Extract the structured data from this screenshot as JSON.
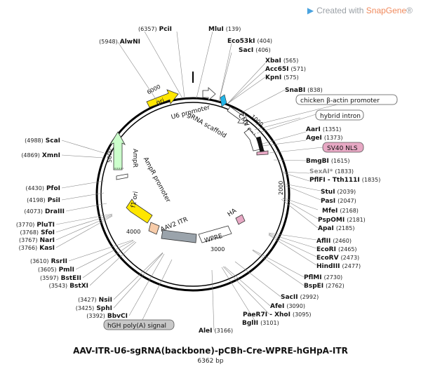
{
  "credit": {
    "prefix": "Created with ",
    "brand": "SnapGene",
    "mark": "®"
  },
  "title": "AAV-ITR-U6-sgRNA(backbone)-pCBh-Cre-WPRE-hGHpA-ITR",
  "size_label": "6362 bp",
  "scale_ticks": [
    "1000",
    "2000",
    "3000",
    "4000",
    "5000",
    "6000"
  ],
  "features": {
    "ori": "ori",
    "u6": "U6 promoter",
    "grna": "gRNA scaffold",
    "cmv": "CMV enhancer",
    "ampr": "AmpR",
    "ampr_promoter": "AmpR promoter",
    "f1": "f1 ori",
    "aav2": "AAV2 ITR",
    "wpre": "WPRE",
    "ha": "HA"
  },
  "boxed_labels": {
    "chicken": "chicken β-actin promoter",
    "hybrid": "hybrid intron",
    "sv40": "SV40 NLS",
    "hgh": "hGH poly(A) signal"
  },
  "right_sites": [
    {
      "name": "MluI",
      "pos": "(139)"
    },
    {
      "name": "Eco53kI",
      "pos": "(404)"
    },
    {
      "name": "SacI",
      "pos": "(406)"
    },
    {
      "name": "XbaI",
      "pos": "(565)"
    },
    {
      "name": "Acc65I",
      "pos": "(571)"
    },
    {
      "name": "KpnI",
      "pos": "(575)"
    },
    {
      "name": "SnaBI",
      "pos": "(838)"
    },
    {
      "name": "AarI",
      "pos": "(1351)"
    },
    {
      "name": "AgeI",
      "pos": "(1373)"
    },
    {
      "name": "BmgBI",
      "pos": "(1615)"
    },
    {
      "name": "SexAI*",
      "pos": "(1833)"
    },
    {
      "name": "PflFI - Tth111I",
      "pos": "(1835)"
    },
    {
      "name": "StuI",
      "pos": "(2039)"
    },
    {
      "name": "PasI",
      "pos": "(2047)"
    },
    {
      "name": "MfeI",
      "pos": "(2168)"
    },
    {
      "name": "PspOMI",
      "pos": "(2181)"
    },
    {
      "name": "ApaI",
      "pos": "(2185)"
    },
    {
      "name": "AflII",
      "pos": "(2460)"
    },
    {
      "name": "EcoRI",
      "pos": "(2465)"
    },
    {
      "name": "EcoRV",
      "pos": "(2473)"
    },
    {
      "name": "HindIII",
      "pos": "(2477)"
    },
    {
      "name": "PflMI",
      "pos": "(2730)"
    },
    {
      "name": "BspEI",
      "pos": "(2762)"
    },
    {
      "name": "SacII",
      "pos": "(2992)"
    },
    {
      "name": "AfeI",
      "pos": "(3090)"
    },
    {
      "name": "PaeR7I - XhoI",
      "pos": "(3095)"
    },
    {
      "name": "BglII",
      "pos": "(3101)"
    },
    {
      "name": "AleI",
      "pos": "(3166)"
    }
  ],
  "left_sites": [
    {
      "name": "PciI",
      "pos": "(6357)"
    },
    {
      "name": "AlwNI",
      "pos": "(5948)"
    },
    {
      "name": "ScaI",
      "pos": "(4988)"
    },
    {
      "name": "XmnI",
      "pos": "(4869)"
    },
    {
      "name": "PfoI",
      "pos": "(4430)"
    },
    {
      "name": "PsiI",
      "pos": "(4198)"
    },
    {
      "name": "DraIII",
      "pos": "(4073)"
    },
    {
      "name": "PluTI",
      "pos": "(3770)"
    },
    {
      "name": "SfoI",
      "pos": "(3768)"
    },
    {
      "name": "NarI",
      "pos": "(3767)"
    },
    {
      "name": "KasI",
      "pos": "(3766)"
    },
    {
      "name": "RsrII",
      "pos": "(3610)"
    },
    {
      "name": "PmlI",
      "pos": "(3605)"
    },
    {
      "name": "BstEII",
      "pos": "(3597)"
    },
    {
      "name": "BstXI",
      "pos": "(3543)"
    },
    {
      "name": "NsiI",
      "pos": "(3427)"
    },
    {
      "name": "SphI",
      "pos": "(3425)"
    },
    {
      "name": "BbvCI",
      "pos": "(3392)"
    }
  ],
  "colors": {
    "ori": "#ffe600",
    "ampr": "#ccffcc",
    "aav2": "#9aa3ab",
    "sv40": "#e7a8c4",
    "gray_box": "#c8c8c8",
    "u6": "#ffffff",
    "grna": "#22b5e8",
    "f1": "#ffe600",
    "small_orange": "#f7ccaa",
    "sexai": "#888888"
  }
}
